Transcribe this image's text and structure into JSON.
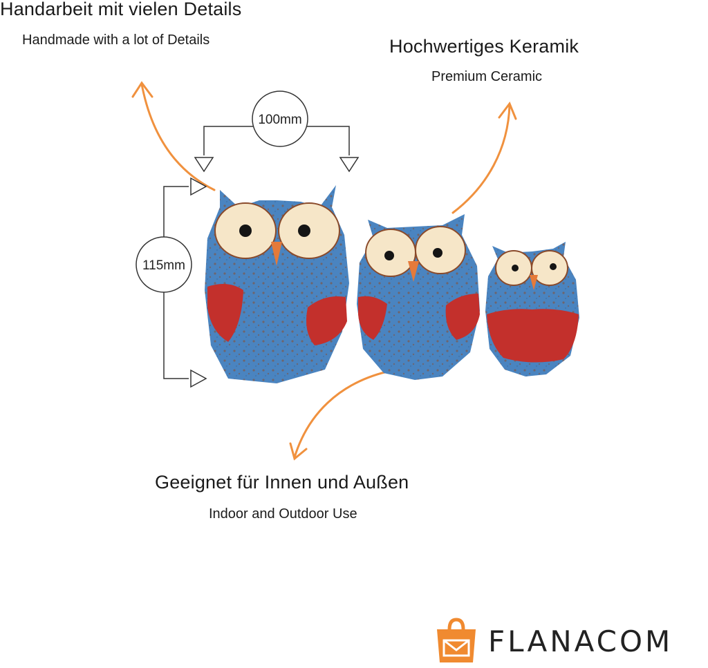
{
  "captions": {
    "handmade_de": "Handarbeit mit vielen Details",
    "handmade_en": "Handmade with a lot of Details",
    "ceramic_de": "Hochwertiges Keramik",
    "ceramic_en": "Premium Ceramic",
    "use_de": "Geeignet für Innen und Außen",
    "use_en": "Indoor and Outdoor Use"
  },
  "dimensions": {
    "width": "100mm",
    "height": "115mm"
  },
  "brand": {
    "name": "FLANACOM",
    "color": "#f08a30"
  },
  "colors": {
    "arrow": "#f0913e",
    "owl_body": "#4f86bf",
    "owl_wing": "#c8302a",
    "eye_white": "#f7e7cc",
    "beak": "#e97a3a"
  }
}
